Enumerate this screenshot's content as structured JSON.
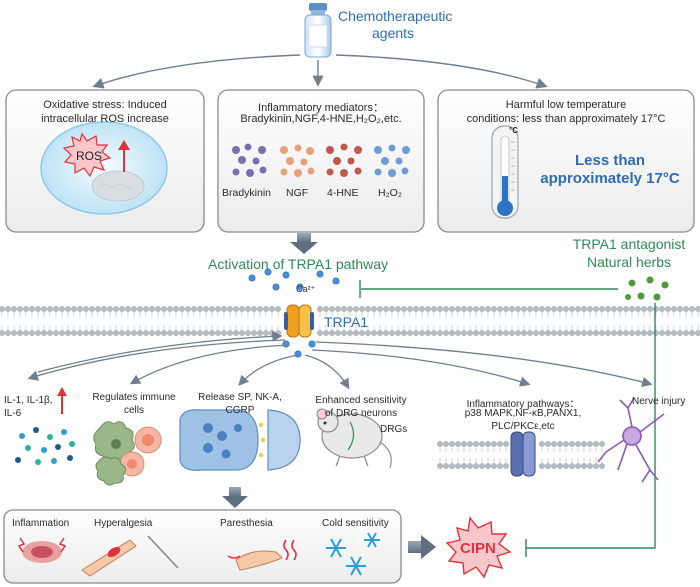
{
  "top": {
    "title_line1": "Chemotherapeutic",
    "title_line2": "agents"
  },
  "boxes": {
    "oxidative": {
      "line1": "Oxidative stress: Induced",
      "line2": "intracellular ROS increase",
      "ros": "ROS"
    },
    "inflammatory": {
      "line1": "Inflammatory mediators：",
      "line2": "Bradykinin,NGF,4-HNE,H₂O₂,etc.",
      "labels": [
        "Bradykinin",
        "NGF",
        "4-HNE",
        "H₂O₂"
      ]
    },
    "cold": {
      "line1": "Harmful low temperature",
      "line2": "conditions: less than approximately 17°C",
      "big1": "Less than",
      "big2": "approximately 17°C",
      "thermo_unit": "°C"
    }
  },
  "activation": "Activation of TRPA1 pathway",
  "calcium": "Ca²⁺",
  "trpa1": "TRPA1",
  "antagonist": {
    "line1": "TRPA1 antagonist",
    "line2": "Natural herbs"
  },
  "effects": {
    "cytokines": {
      "line1": "IL-1, IL-1β,",
      "line2": "IL-6"
    },
    "immune": {
      "line1": "Regulates immune",
      "line2": "cells"
    },
    "release": {
      "line1": "Release SP, NK-A,",
      "line2": "CGRP"
    },
    "drg": {
      "line1": "Enhanced sensitivity",
      "line2": "of DRG neurons",
      "drgs": "DRGs"
    },
    "pathways": {
      "line1": "Inflammatory pathways：",
      "line2": "p38 MAPK,NF-κB,PANX1,",
      "line3": "PLC/PKCε,etc"
    },
    "nerve": "Nerve injury"
  },
  "symptoms": [
    "Inflammation",
    "Hyperalgesia",
    "Paresthesia",
    "Cold sensitivity"
  ],
  "outcome": "CIPN",
  "colors": {
    "accent_blue": "#2e6db4",
    "green": "#2e8b57",
    "arrow_grey": "#6f7f8f",
    "red": "#e0323a",
    "box_border": "#8c8c8c"
  }
}
